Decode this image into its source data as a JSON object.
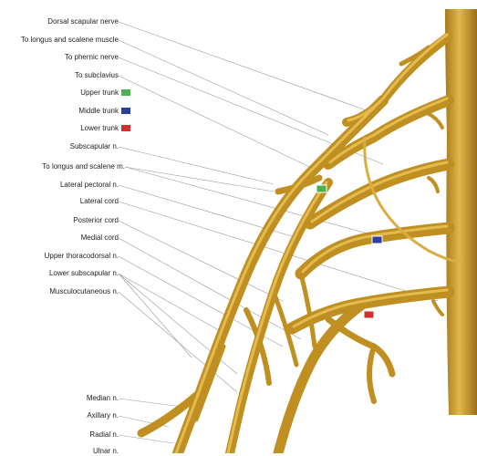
{
  "labels": {
    "dorsal_scapular": "Dorsal scapular nerve",
    "to_longus_scalene_muscle": "To longus and scalene muscle",
    "to_phrenic": "To phernic nerve",
    "to_subclavius": "To subclavius",
    "upper_trunk": "Upper trunk",
    "middle_trunk": "Middle trunk",
    "lower_trunk": "Lower trunk",
    "subscapular": "Subscapular n.",
    "to_longus_scalene_m": "To longus and scalene m.",
    "lateral_pectoral": "Lateral pectoral n.",
    "lateral_cord": "Lateral cord",
    "posterior_cord": "Posterior cord",
    "medial_cord": "Medial cord",
    "upper_thoracodorsal": "Upper thoracodorsal n.",
    "lower_subscapular": "Lower subscapular n.",
    "musculocutaneous": "Musculocutaneous n.",
    "median": "Median n.",
    "axillary": "Axillary n.",
    "radial": "Radial n.",
    "ulnar": "Ulnar n."
  },
  "colors": {
    "upper_trunk": "#4caf50",
    "middle_trunk": "#2b3f9e",
    "lower_trunk": "#d32f2f",
    "nerve": "#c79a2a",
    "nerve_dark": "#8a6414",
    "nerve_light": "#e8c253"
  }
}
